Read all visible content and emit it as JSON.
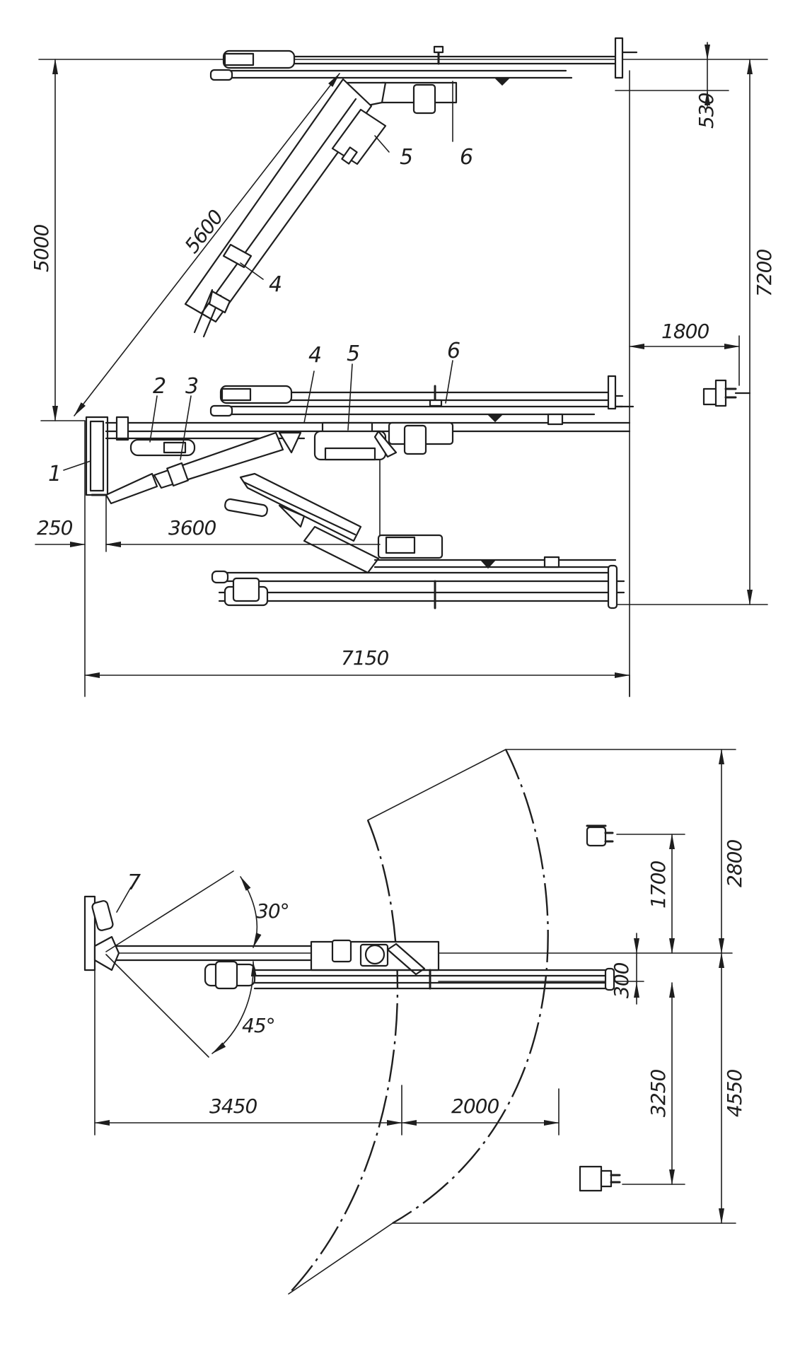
{
  "side_view": {
    "dimensions": {
      "overall_height": "7200",
      "top_offset": "530",
      "boom_length": "5600",
      "lift_height": "5000",
      "right_clearance": "1800",
      "left_offset": "250",
      "boom_reach": "3600",
      "overall_length": "7150"
    },
    "part_labels": {
      "p1": "1",
      "p2": "2",
      "p3": "3",
      "p4_lower": "4",
      "p4_upper": "4",
      "p5_lower": "5",
      "p5_upper": "5",
      "p6_lower": "6",
      "p6_upper": "6"
    }
  },
  "plan_view": {
    "dimensions": {
      "upper_width": "2800",
      "upper_offset": "1700",
      "axis_offset": "300",
      "lower_offset": "3250",
      "lower_width": "4550",
      "reach_to_face": "3450",
      "face_depth": "2000"
    },
    "angles": {
      "upper_swing": "30°",
      "lower_swing": "45°"
    },
    "part_labels": {
      "p7": "7"
    }
  }
}
